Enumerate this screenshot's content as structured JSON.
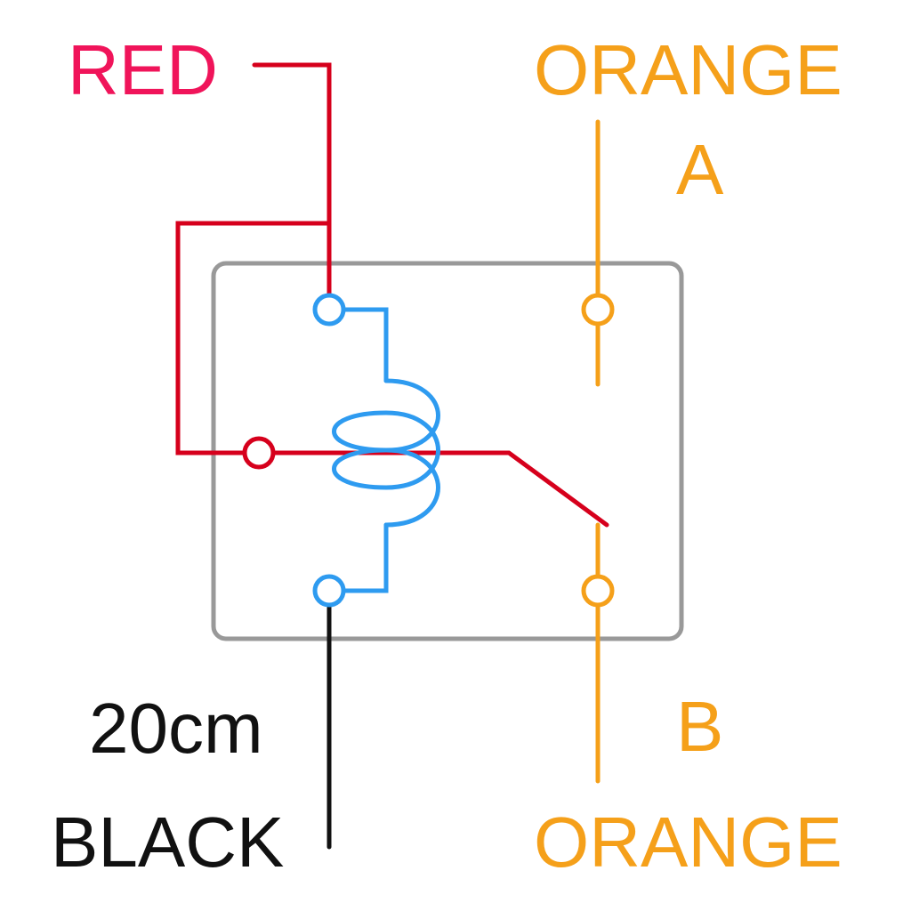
{
  "labels": {
    "red": "RED",
    "orange_top": "ORANGE",
    "a": "A",
    "length": "20cm",
    "black": "BLACK",
    "b": "B",
    "orange_bottom": "ORANGE"
  },
  "colors": {
    "red": "#d6001c",
    "red_text": "#f0145a",
    "orange": "#f5a01a",
    "blue": "#2e9bf0",
    "black": "#111111",
    "housing": "#999999"
  }
}
